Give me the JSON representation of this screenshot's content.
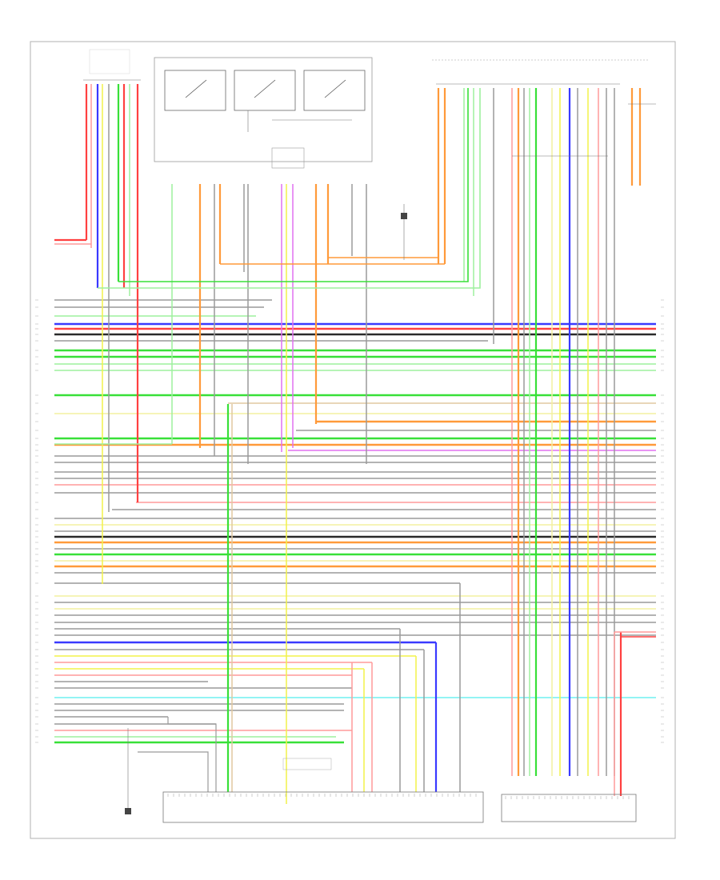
{
  "diagram_code": "",
  "colors": {
    "red": "#ff4040",
    "pink": "#ff9a9a",
    "blue": "#3a3aff",
    "green": "#38e038",
    "lightgreen": "#9ef09e",
    "yellow": "#f2f24a",
    "paleyellow": "#f4f0a0",
    "orange": "#ff9a3a",
    "violet": "#e070f0",
    "cyan": "#6ff0f0",
    "gray": "#9a9a9a",
    "black": "#2a2a2a",
    "tan": "#e0c8a0"
  },
  "components": [
    {
      "id": "left-rear-tail-light",
      "label": ""
    },
    {
      "id": "liftgate-switch-assembly",
      "label": ""
    },
    {
      "id": "liftgate-ecu",
      "label": ""
    },
    {
      "id": "right-rear-body-harness",
      "label": ""
    },
    {
      "id": "ground-point-left",
      "label": ""
    },
    {
      "id": "ground-point-center",
      "label": ""
    },
    {
      "id": "ground-point-right",
      "label": ""
    },
    {
      "id": "power-back-door-control-unit",
      "label": ""
    },
    {
      "id": "right-rear-combination-light",
      "label": ""
    }
  ]
}
